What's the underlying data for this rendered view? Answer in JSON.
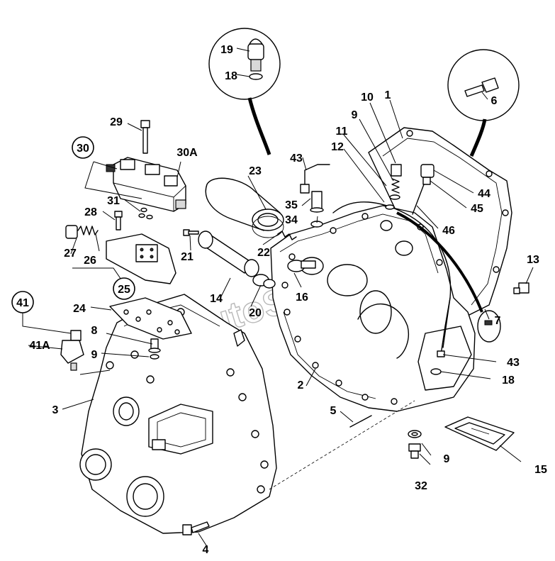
{
  "watermark": "AutoSoft",
  "callouts": {
    "c1": "1",
    "c2": "2",
    "c3": "3",
    "c4": "4",
    "c5": "5",
    "c6": "6",
    "c7": "7",
    "c8": "8",
    "c9a": "9",
    "c9b": "9",
    "c9c": "9",
    "c10": "10",
    "c11": "11",
    "c12": "12",
    "c13": "13",
    "c14": "14",
    "c15": "15",
    "c16": "16",
    "c18a": "18",
    "c18b": "18",
    "c19": "19",
    "c20": "20",
    "c21": "21",
    "c22": "22",
    "c23": "23",
    "c24": "24",
    "c26": "26",
    "c27": "27",
    "c28": "28",
    "c29": "29",
    "c30A": "30A",
    "c31": "31",
    "c32": "32",
    "c34": "34",
    "c35": "35",
    "c41A": "41A",
    "c43a": "43",
    "c43b": "43",
    "c44": "44",
    "c45": "45",
    "c46": "46"
  },
  "circled": {
    "k25": "25",
    "k30": "30",
    "k41": "41"
  }
}
